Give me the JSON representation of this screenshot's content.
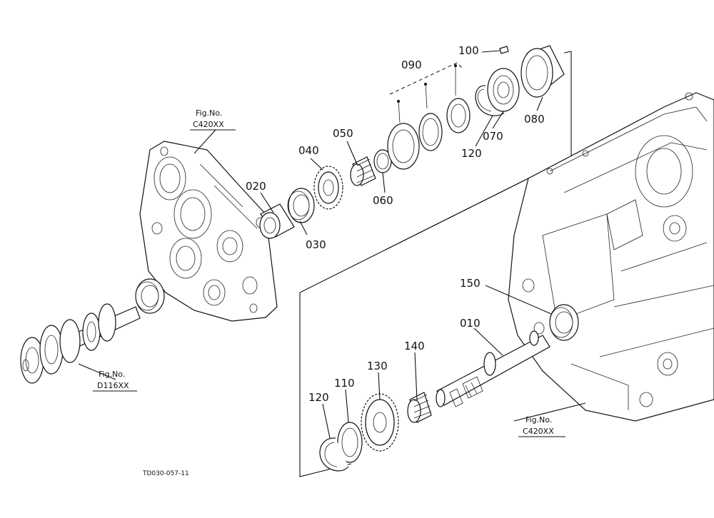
{
  "parts": [
    {
      "id": "p010",
      "label": "010"
    },
    {
      "id": "p020",
      "label": "020"
    },
    {
      "id": "p030",
      "label": "030"
    },
    {
      "id": "p040",
      "label": "040"
    },
    {
      "id": "p050",
      "label": "050"
    },
    {
      "id": "p060",
      "label": "060"
    },
    {
      "id": "p070",
      "label": "070"
    },
    {
      "id": "p080",
      "label": "080"
    },
    {
      "id": "p090",
      "label": "090"
    },
    {
      "id": "p100",
      "label": "100"
    },
    {
      "id": "p110",
      "label": "110"
    },
    {
      "id": "p120a",
      "label": "120"
    },
    {
      "id": "p120b",
      "label": "120"
    },
    {
      "id": "p130",
      "label": "130"
    },
    {
      "id": "p140",
      "label": "140"
    },
    {
      "id": "p150",
      "label": "150"
    }
  ],
  "figure_refs": [
    {
      "title": "Fig.No.",
      "code": "C420XX"
    },
    {
      "title": "Fig.No.",
      "code": "D116XX"
    },
    {
      "title": "Fig.No.",
      "code": "C420XX"
    }
  ],
  "drawing_code": "TD030-057-11"
}
